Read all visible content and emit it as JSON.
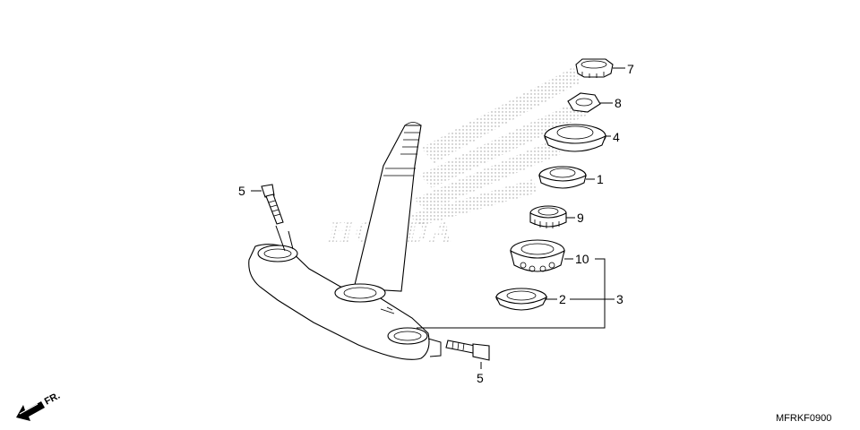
{
  "diagram": {
    "callouts": [
      {
        "id": "7",
        "text": "7"
      },
      {
        "id": "8",
        "text": "8"
      },
      {
        "id": "4",
        "text": "4"
      },
      {
        "id": "1",
        "text": "1"
      },
      {
        "id": "9",
        "text": "9"
      },
      {
        "id": "10",
        "text": "10"
      },
      {
        "id": "2",
        "text": "2"
      },
      {
        "id": "3",
        "text": "3"
      },
      {
        "id": "5a",
        "text": "5"
      },
      {
        "id": "5b",
        "text": "5"
      }
    ],
    "watermark_text": "HONDA",
    "direction_label": "FR.",
    "figure_code": "MFRKF0900"
  }
}
